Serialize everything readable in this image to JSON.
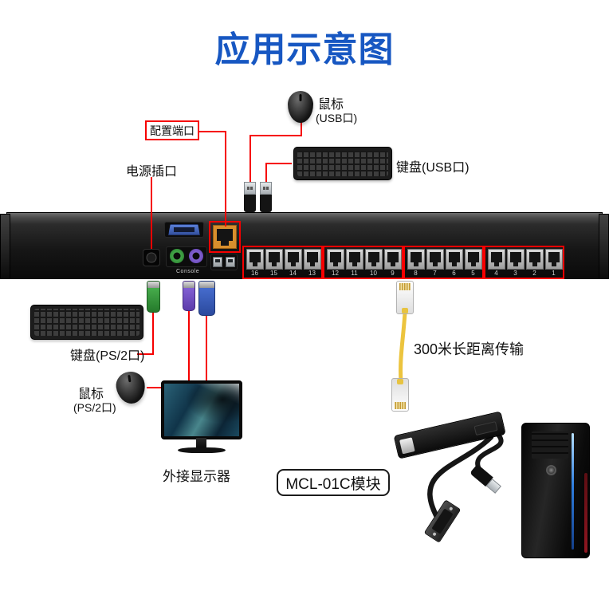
{
  "title": "应用示意图",
  "annotations": {
    "mouse_usb": {
      "name": "鼠标",
      "port": "(USB口)"
    },
    "keyboard_usb": "键盘(USB口)",
    "config_port": "配置端口",
    "power_socket": "电源插口",
    "keyboard_ps2": "键盘(PS/2口)",
    "mouse_ps2": {
      "name": "鼠标",
      "port": "(PS/2口)"
    },
    "external_monitor": "外接显示器",
    "long_distance_note": "300米长距离传输",
    "module_label": "MCL-01C模块"
  },
  "device": {
    "console_label": "Console",
    "port_numbers": [
      "16",
      "15",
      "14",
      "13",
      "12",
      "11",
      "10",
      "9",
      "8",
      "7",
      "6",
      "5",
      "4",
      "3",
      "2",
      "1"
    ]
  },
  "colors": {
    "title_blue": "#1757c2",
    "annotation_red": "#f60000",
    "cable_yellow": "#ecc43e",
    "vga_blue": "#4064c8",
    "ps2_green": "#3fae46",
    "ps2_purple": "#7d5bd0",
    "config_port_orange": "#d88f2d"
  }
}
